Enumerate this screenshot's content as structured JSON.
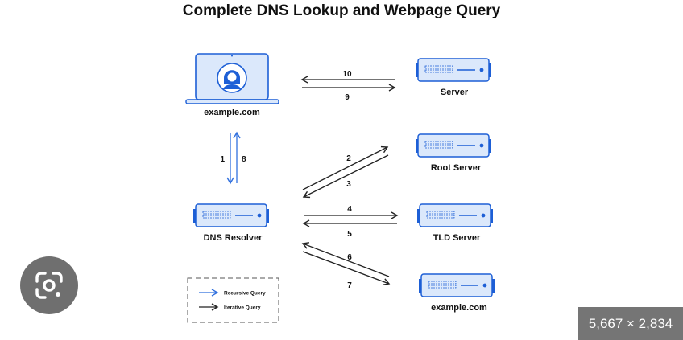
{
  "title": "Complete DNS Lookup and Webpage Query",
  "nodes": {
    "client_label": "example.com",
    "server_label": "Server",
    "root_label": "Root Server",
    "tld_label": "TLD Server",
    "auth_label": "example.com",
    "resolver_label": "DNS Resolver"
  },
  "steps": [
    "1",
    "2",
    "3",
    "4",
    "5",
    "6",
    "7",
    "8",
    "9",
    "10"
  ],
  "legend": {
    "recursive": "Recursive Query",
    "iterative": "Iterative Query"
  },
  "colors": {
    "recursive": "#2f6fde",
    "iterative": "#222222",
    "device_fill": "#dbe8fb",
    "device_accent": "#1d5fd6"
  },
  "overlay": {
    "lens_icon": "google-lens-icon",
    "dimensions": "5,667 × 2,834"
  }
}
